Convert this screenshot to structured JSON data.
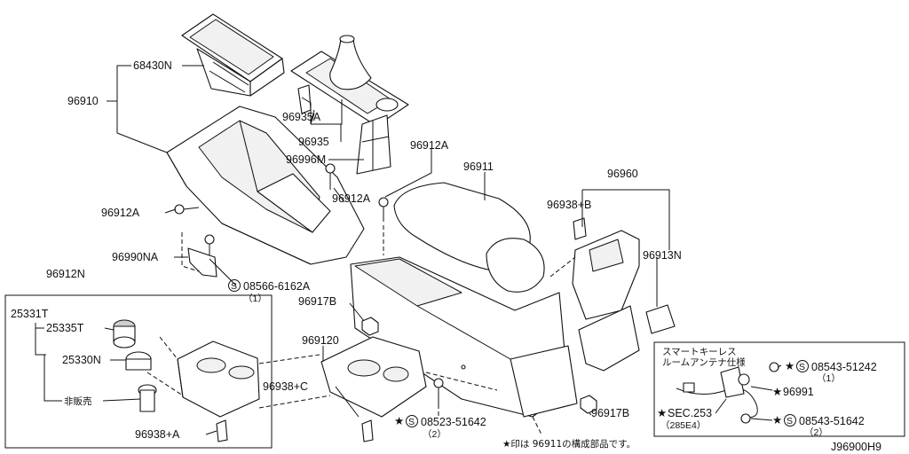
{
  "diagram_code": "J96900H9",
  "note_text": "★印は 96911の構成部品です。",
  "labels": {
    "p68430N": "68430N",
    "p96910": "96910",
    "p96935A": "96935A",
    "p96935": "96935",
    "p96996M": "96996M",
    "p96912A_top": "96912A",
    "p96912A_mid": "96912A",
    "p96912A_left": "96912A",
    "p96911": "96911",
    "p96960": "96960",
    "p96938B": "96938+B",
    "p96913N": "96913N",
    "p96990NA": "96990NA",
    "p08566": "08566-6162A",
    "p08566_qty": "（1）",
    "p96917B_top": "96917B",
    "p96912N": "96912N",
    "p25331T": "25331T",
    "p25335T": "25335T",
    "p25330N": "25330N",
    "p_nonsale": "非販売",
    "p96938A": "96938+A",
    "p969120": "969120",
    "p96938C": "96938+C",
    "p08523": "08523-51642",
    "p08523_qty": "（2）",
    "p96917B_bot": "96917B",
    "p_smartkey1": "スマートキーレス",
    "p_smartkey2": "ルームアンテナ仕様",
    "p08543a": "08543-51242",
    "p08543a_qty": "（1）",
    "p96991": "96991",
    "p_sec253": "SEC.253",
    "p_sec253_sub": "（285E4）",
    "p08543b": "08543-51642",
    "p08543b_qty": "（2）"
  }
}
